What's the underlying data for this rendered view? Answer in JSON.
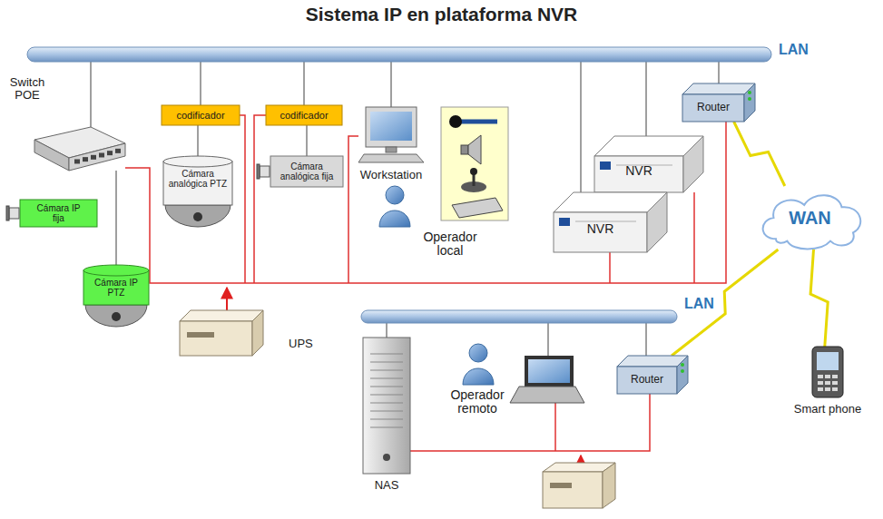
{
  "diagram": {
    "title": "Sistema IP en plataforma NVR",
    "nodes": [
      {
        "text": [
          "LAN"
        ]
      },
      {
        "text": [
          "Switch POE"
        ]
      },
      {
        "text": [
          "codificador"
        ]
      },
      {
        "text": [
          "codificador"
        ]
      },
      {
        "text": [
          "Workstation"
        ]
      },
      {
        "text": [
          "NVR"
        ]
      },
      {
        "text": [
          "Router"
        ]
      },
      {
        "text": [
          "Cámara IP fija"
        ]
      },
      {
        "text": [
          "Cámara analógica PTZ"
        ]
      },
      {
        "text": [
          "Cámara analógica fija"
        ]
      },
      {
        "text": [
          "NVR"
        ]
      },
      {
        "text": [
          "WAN"
        ]
      },
      {
        "text": [
          "Cámara IP PTZ"
        ]
      },
      {
        "text": [
          "UPS"
        ]
      },
      {
        "text": [
          "LAN"
        ]
      },
      {
        "text": [
          "NAS"
        ]
      },
      {
        "text": [
          "Router"
        ]
      },
      {
        "text": [
          "Smart phone"
        ]
      }
    ],
    "edges": [
      {
        "from": 0,
        "to": 1,
        "arrow": "none"
      },
      {
        "from": 0,
        "to": 2,
        "arrow": "none"
      },
      {
        "from": 0,
        "to": 3,
        "arrow": "none"
      },
      {
        "from": 0,
        "to": 4,
        "arrow": "none"
      },
      {
        "from": 0,
        "to": 10,
        "arrow": "none"
      },
      {
        "from": 0,
        "to": 5,
        "arrow": "none"
      },
      {
        "from": 0,
        "to": 6,
        "arrow": "none"
      },
      {
        "from": 2,
        "to": 8,
        "arrow": "none"
      },
      {
        "from": 3,
        "to": 9,
        "arrow": "none"
      },
      {
        "from": 1,
        "to": 12,
        "arrow": "none"
      },
      {
        "from": 6,
        "to": 11,
        "arrow": "none"
      },
      {
        "from": 11,
        "to": 16,
        "arrow": "none"
      },
      {
        "from": 11,
        "to": 17,
        "arrow": "none"
      },
      {
        "from": 14,
        "to": 15,
        "arrow": "none"
      },
      {
        "from": 14,
        "to": 16,
        "arrow": "none"
      }
    ],
    "labels": [
      "Operador local",
      "Operador remoto"
    ]
  }
}
